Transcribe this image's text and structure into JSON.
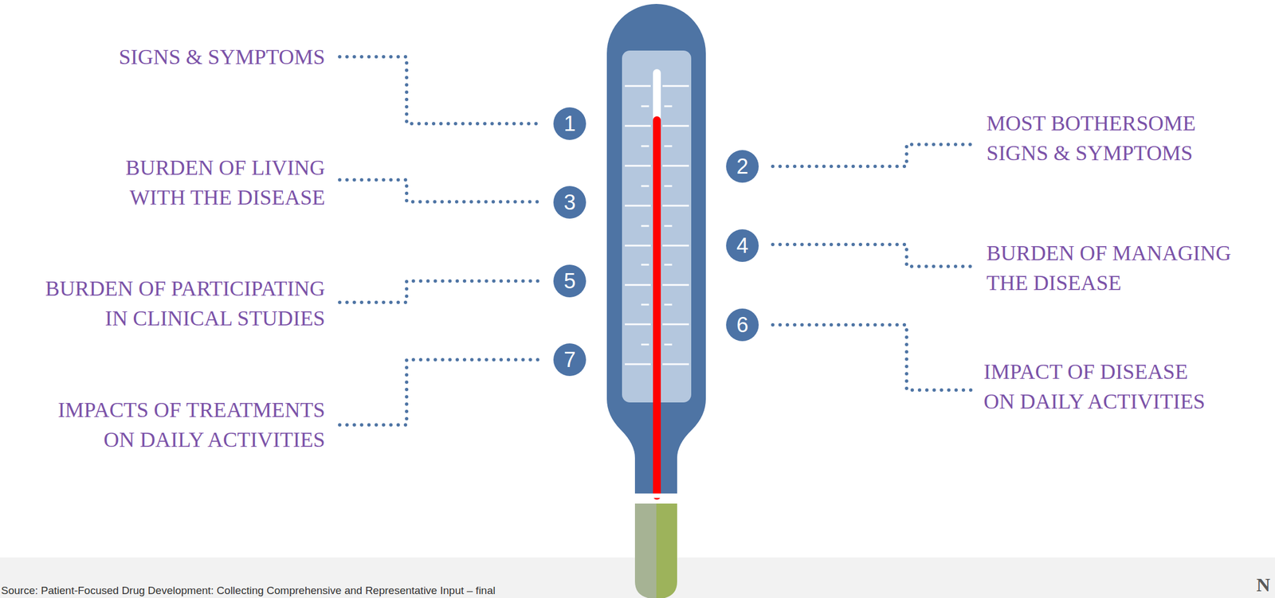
{
  "diagram": {
    "nodes": [
      {
        "text": [
          "1"
        ]
      },
      {
        "text": [
          "2"
        ]
      },
      {
        "text": [
          "3"
        ]
      },
      {
        "text": [
          "4"
        ]
      },
      {
        "text": [
          "5"
        ]
      },
      {
        "text": [
          "6"
        ]
      },
      {
        "text": [
          "7"
        ]
      }
    ],
    "labels": [
      "SIGNS & SYMPTOMS",
      "MOST BOTHERSOME SIGNS & SYMPTOMS",
      "BURDEN OF LIVING WITH THE DISEASE",
      "BURDEN OF MANAGING THE DISEASE",
      "BURDEN OF PARTICIPATING IN CLINICAL STUDIES",
      "IMPACT OF DISEASE ON DAILY ACTIVITIES",
      "IMPACTS OF TREATMENTS ON DAILY ACTIVITIES",
      "Source: Patient-Focused Drug Development: Collecting Comprehensive and Representative Input – final",
      "N"
    ]
  }
}
